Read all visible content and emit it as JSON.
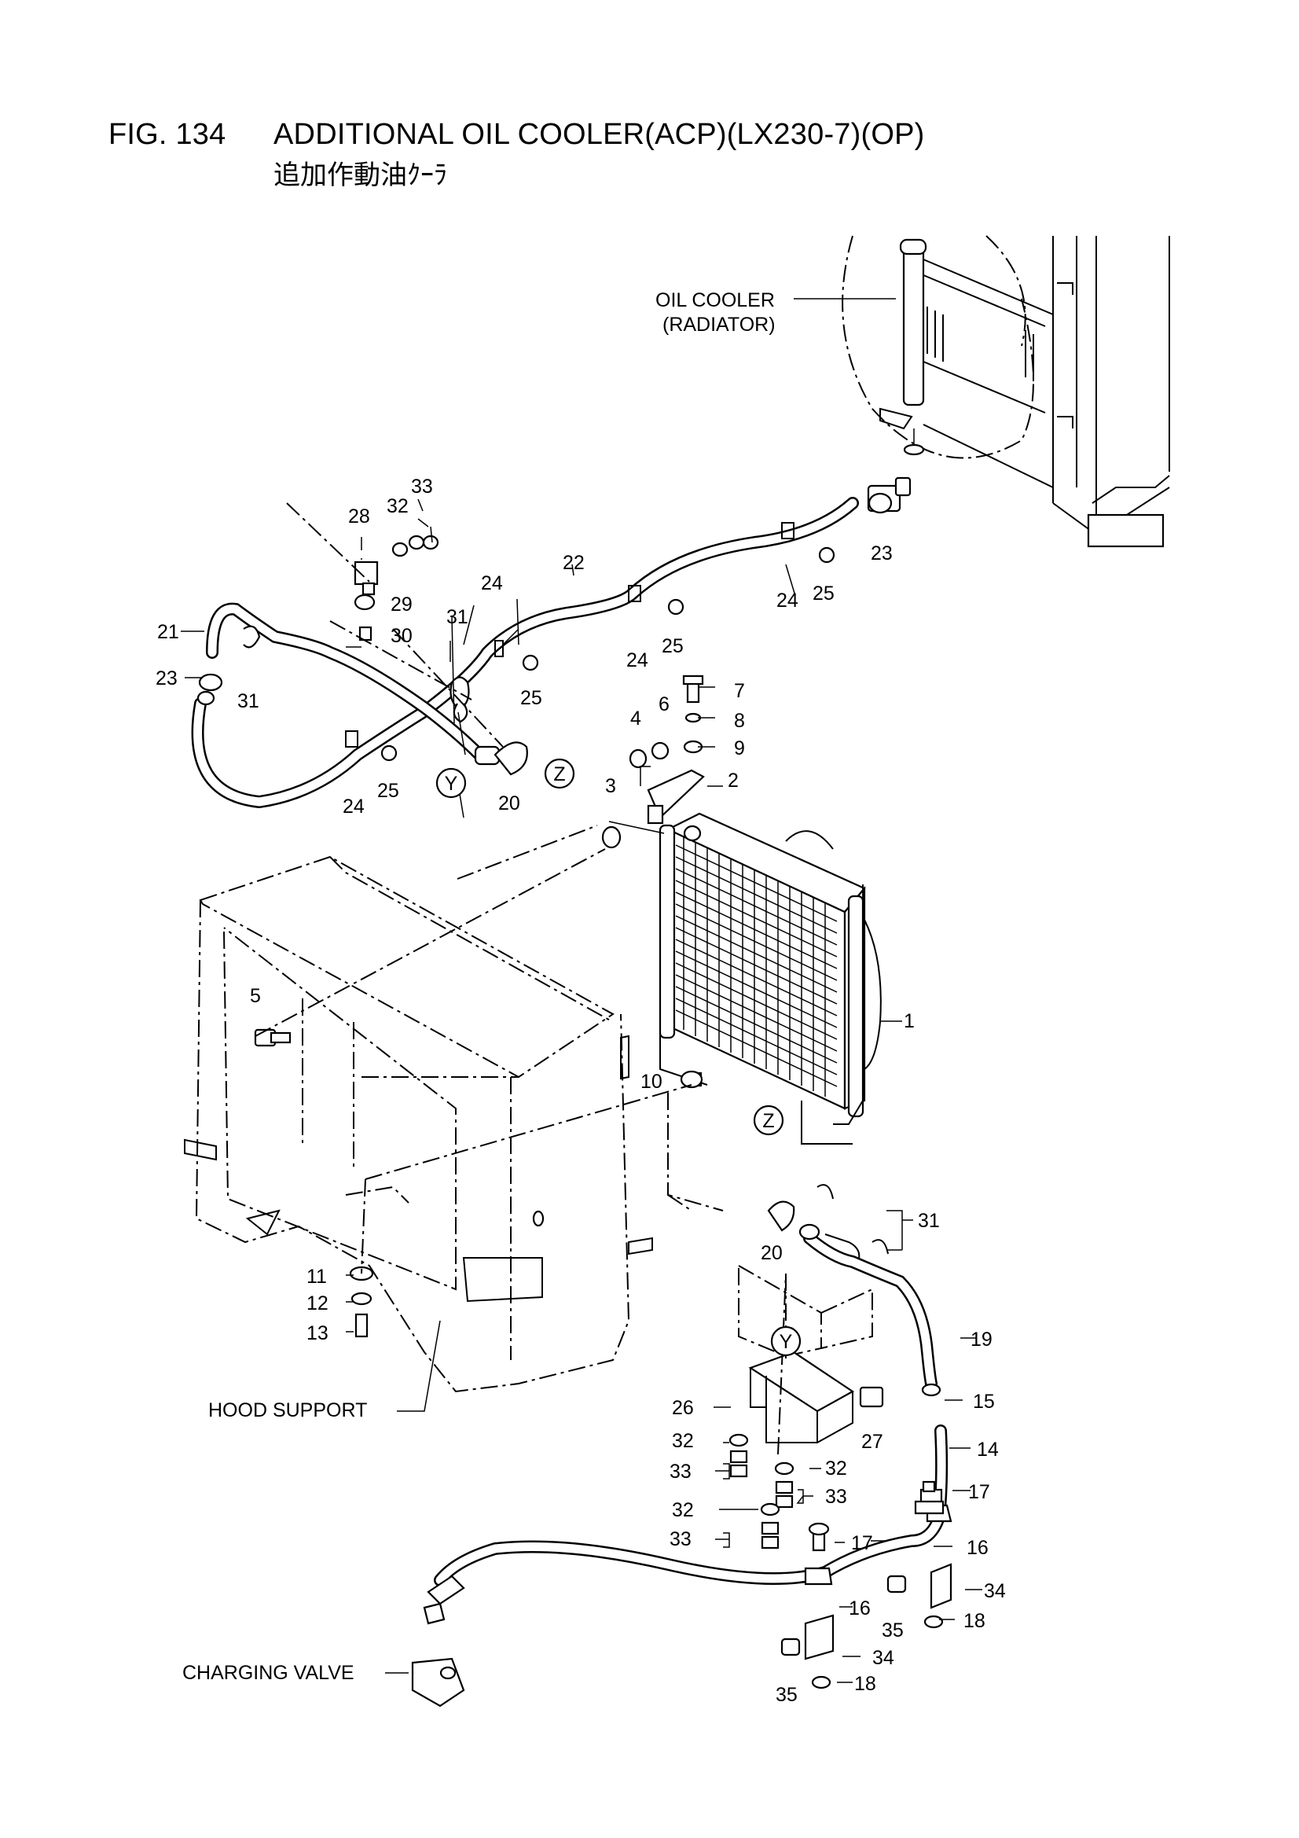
{
  "title": {
    "figure": "FIG. 134",
    "name": "ADDITIONAL OIL COOLER(ACP)(LX230-7)(OP)",
    "name_jp": "追加作動油ｸｰﾗ"
  },
  "labels": {
    "oil_cooler": "OIL COOLER",
    "radiator": "(RADIATOR)",
    "hood_support": "HOOD SUPPORT",
    "charging_valve": "CHARGING VALVE"
  },
  "refs": {
    "y": "Y",
    "z": "Z"
  },
  "callouts": {
    "c1": "1",
    "c2": "2",
    "c3": "3",
    "c4": "4",
    "c5": "5",
    "c6": "6",
    "c7": "7",
    "c8": "8",
    "c9": "9",
    "c10": "10",
    "c11": "11",
    "c12": "12",
    "c13": "13",
    "c14": "14",
    "c15": "15",
    "c16": "16",
    "c17": "17",
    "c18": "18",
    "c19": "19",
    "c20": "20",
    "c21": "21",
    "c22": "22",
    "c23": "23",
    "c24": "24",
    "c25": "25",
    "c26": "26",
    "c27": "27",
    "c28": "28",
    "c29": "29",
    "c30": "30",
    "c31": "31",
    "c32": "32",
    "c33": "33",
    "c34": "34",
    "c35": "35"
  }
}
